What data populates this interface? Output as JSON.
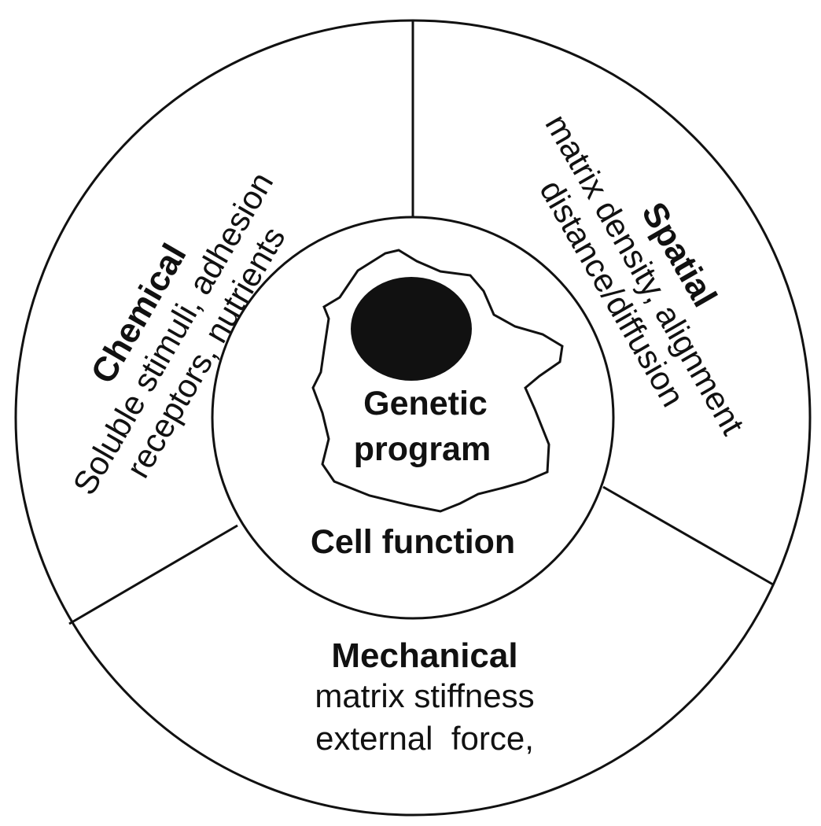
{
  "diagram": {
    "center": {
      "genetic_line1": "Genetic",
      "genetic_line2": "program",
      "cell_function": "Cell function"
    },
    "sectors": {
      "chemical": {
        "title": "Chemical",
        "line1": "Soluble stimuli, adhesion",
        "line2": "receptors, nutrients"
      },
      "spatial": {
        "title": "Spatial",
        "line1": "matrix density, alignment",
        "line2": "distance/diffusion"
      },
      "mechanical": {
        "title": "Mechanical",
        "line1": "matrix stiffness",
        "line2": "external  force,"
      }
    },
    "colors": {
      "line": "#111111",
      "nucleus": "#111111",
      "background": "#ffffff"
    }
  }
}
